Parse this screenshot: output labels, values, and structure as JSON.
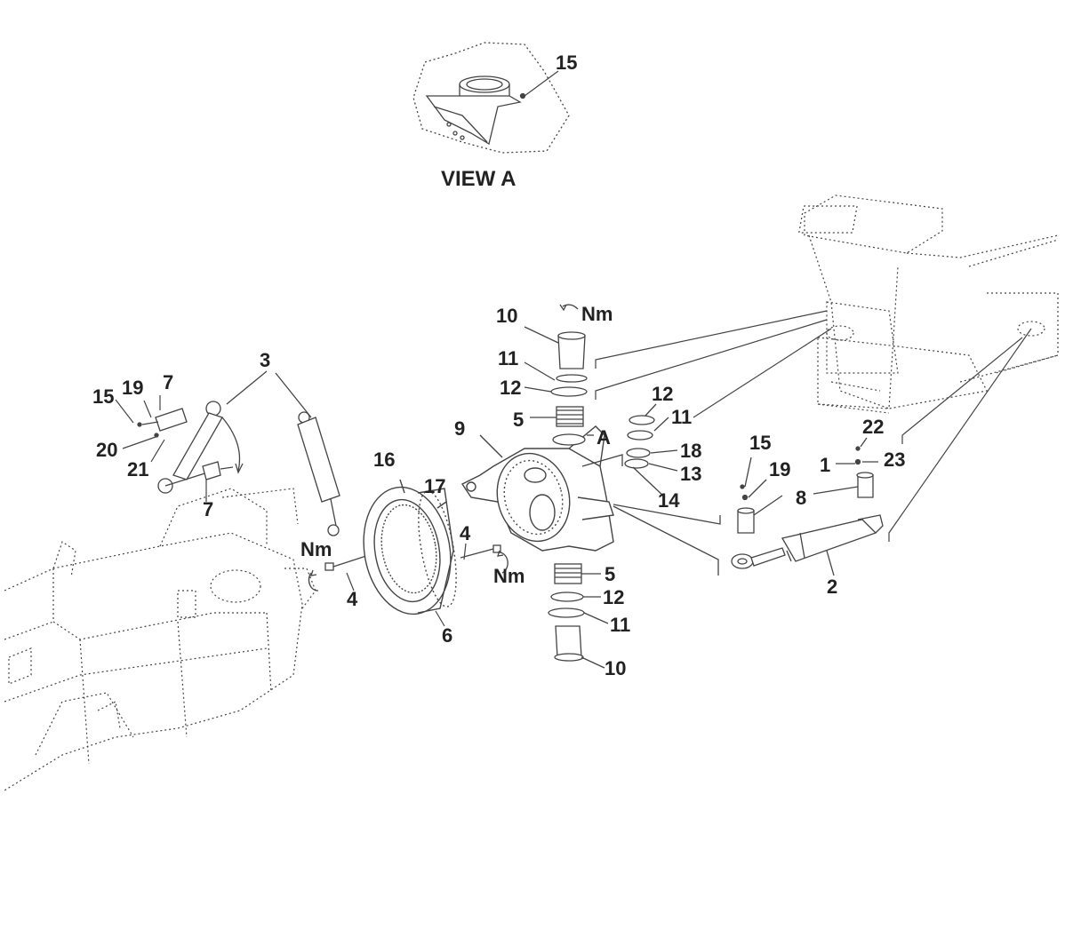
{
  "view_title": "VIEW A",
  "torque_label": "Nm",
  "view_ref": "A",
  "callouts": {
    "c15_view": "15",
    "c10_top": "10",
    "c11_top": "11",
    "c12_top": "12",
    "c5_top": "5",
    "c9": "9",
    "c12_right": "12",
    "c11_right": "11",
    "c18": "18",
    "c13": "13",
    "c14": "14",
    "c15_right": "15",
    "c19_right": "19",
    "c8": "8",
    "c22": "22",
    "c1": "1",
    "c23": "23",
    "c2": "2",
    "c3": "3",
    "c7_top": "7",
    "c19_left": "19",
    "c15_left": "15",
    "c20": "20",
    "c21": "21",
    "c7_bottom": "7",
    "c16": "16",
    "c17": "17",
    "c4_left": "4",
    "c4_right": "4",
    "c6": "6",
    "c5_bottom": "5",
    "c12_bottom": "12",
    "c11_bottom": "11",
    "c10_bottom": "10"
  }
}
